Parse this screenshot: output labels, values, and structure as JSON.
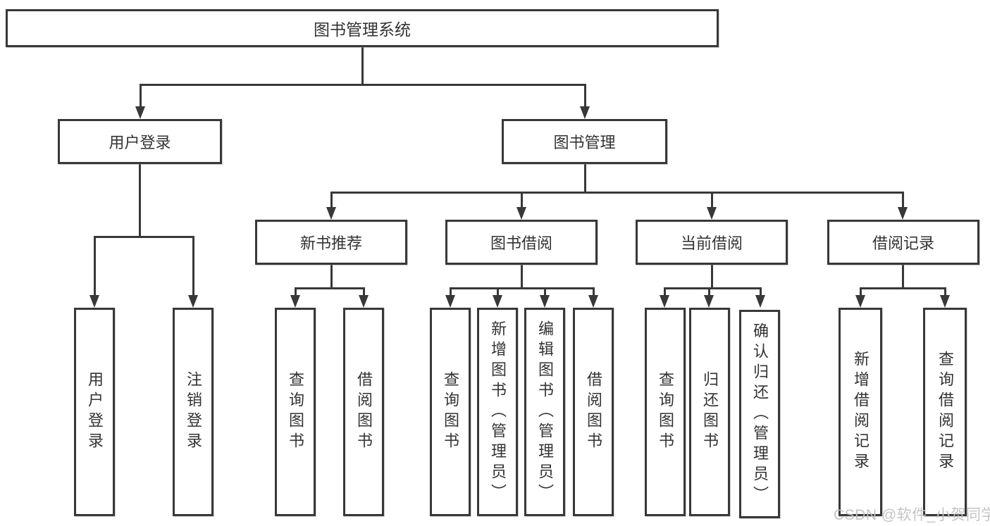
{
  "nodes": {
    "root": "图书管理系统",
    "user_login": "用户登录",
    "book_mgmt": "图书管理",
    "new_book_rec": "新书推荐",
    "book_borrow": "图书借阅",
    "current_borrow": "当前借阅",
    "borrow_records": "借阅记录",
    "user_leaf_login": "用户登录",
    "user_leaf_logout": "注销登录",
    "new_leaf_query": "查询图书",
    "new_leaf_borrow": "借阅图书",
    "bb_leaf_query": "查询图书",
    "bb_leaf_add": "新增图书（管理员）",
    "bb_leaf_edit": "编辑图书（管理员）",
    "bb_leaf_borrow": "借阅图书",
    "cb_leaf_query": "查询图书",
    "cb_leaf_return": "归还图书",
    "cb_leaf_confirm": "确认归还（管理员）",
    "rec_leaf_add": "新增借阅记录",
    "rec_leaf_query": "查询借阅记录"
  },
  "watermark": {
    "text": "CSDN @软件_小贺同学",
    "color": "#c1c1c1"
  },
  "colors": {
    "line": "#383838",
    "text": "#333333",
    "background": "#ffffff"
  }
}
